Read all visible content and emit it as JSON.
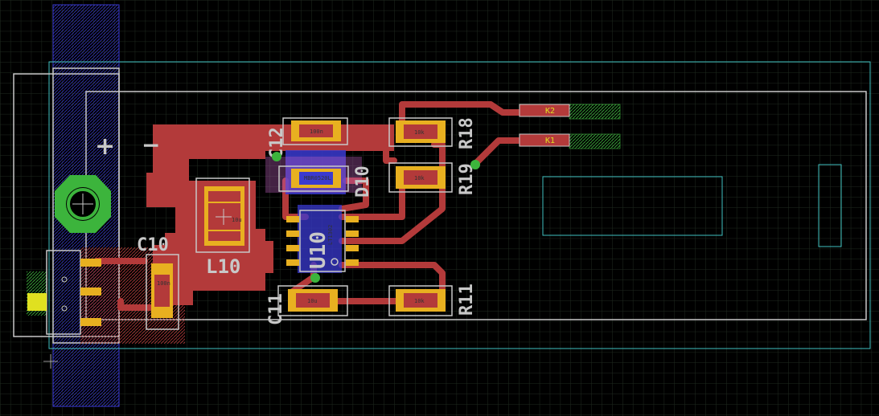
{
  "colors": {
    "background": "#000000",
    "grid": "#1f2a1f",
    "copper_top": "#b33a3a",
    "copper_bottom": "#3a3ad0",
    "pad": "#e8b020",
    "silk": "#c8c8c8",
    "outline": "#40c0c0",
    "via": "#3cb43c"
  },
  "icons": {
    "plus_symbol": "+",
    "minus_symbol": "−",
    "mount_hole": "green-octagon-hole"
  },
  "labels": {
    "c12": "C12",
    "d10": "D10",
    "r18": "R18",
    "r19": "R19",
    "u10": "U10",
    "l10": "L10",
    "c10": "C10",
    "c11": "C11",
    "r11": "R11",
    "k1": "K1",
    "k2": "K2"
  },
  "part_values": {
    "c12_value": "100n",
    "r18_value": "10k",
    "r19_value": "10k",
    "c10_value": "100n",
    "c11_value": "10u",
    "r11_value": "10k",
    "u10_value": "LT1302",
    "l10_value": "10u",
    "d10_value": "MBR0520L"
  }
}
